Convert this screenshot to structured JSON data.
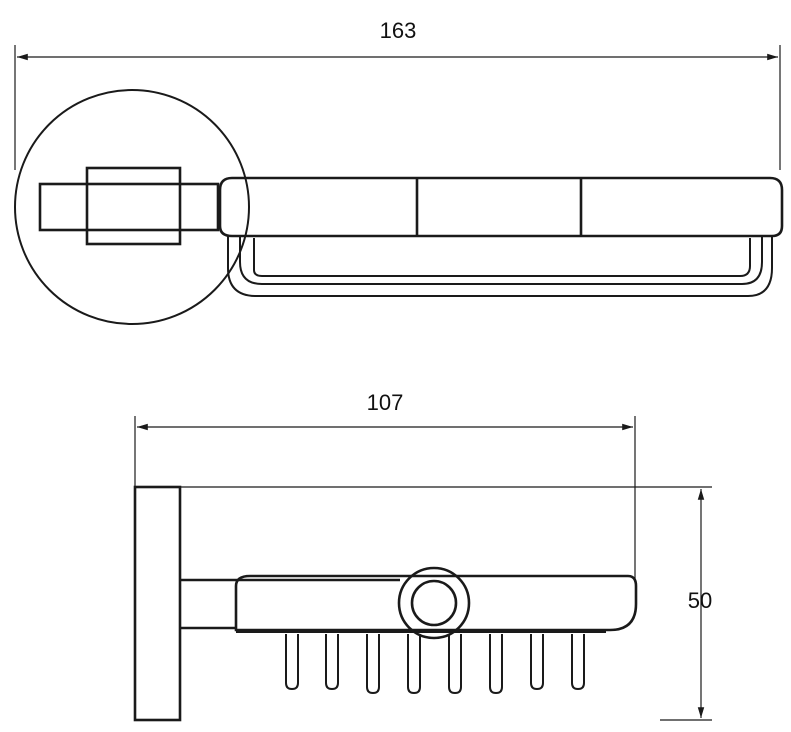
{
  "dimensions": {
    "top_width": "163",
    "bottom_width": "107",
    "bottom_height": "50"
  },
  "colors": {
    "stroke": "#1a1a1a",
    "background": "#ffffff"
  }
}
